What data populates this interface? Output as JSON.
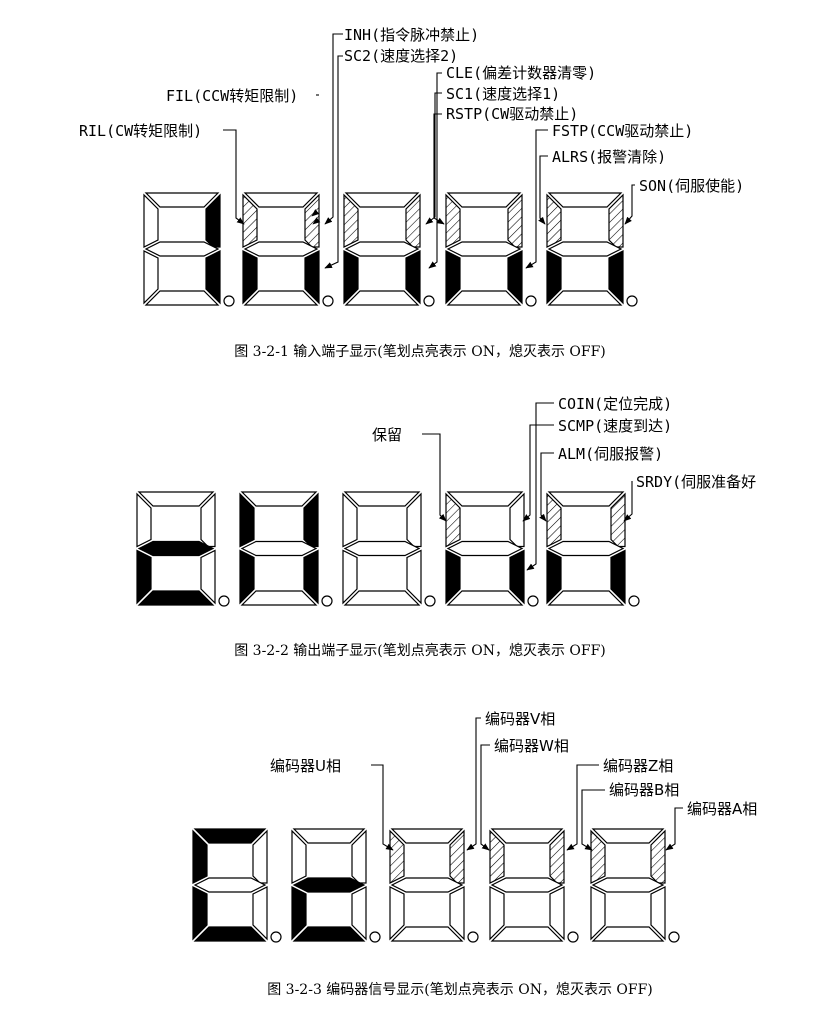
{
  "figures": [
    {
      "caption": "图 3-2-1  输入端子显示(笔划点亮表示 ON，熄灭表示 OFF)",
      "labels": [
        {
          "id": "inh",
          "text": "INH(指令脉冲禁止)"
        },
        {
          "id": "sc2",
          "text": "SC2(速度选择2)"
        },
        {
          "id": "fil",
          "text": "FIL(CCW转矩限制)"
        },
        {
          "id": "cle",
          "text": "CLE(偏差计数器清零)"
        },
        {
          "id": "sc1",
          "text": "SC1(速度选择1)"
        },
        {
          "id": "rstp",
          "text": "RSTP(CW驱动禁止)"
        },
        {
          "id": "ril",
          "text": "RIL(CW转矩限制)"
        },
        {
          "id": "fstp",
          "text": "FSTP(CCW驱动禁止)"
        },
        {
          "id": "alrs",
          "text": "ALRS(报警清除)"
        },
        {
          "id": "son",
          "text": "SON(伺服使能)"
        }
      ],
      "digits": [
        {
          "a": "off",
          "b": "on",
          "c": "on",
          "d": "off",
          "e": "off",
          "f": "off",
          "g": "off"
        },
        {
          "a": "off",
          "b": "hatch",
          "c": "on",
          "d": "off",
          "e": "on",
          "f": "hatch",
          "g": "off"
        },
        {
          "a": "off",
          "b": "hatch",
          "c": "on",
          "d": "off",
          "e": "on",
          "f": "hatch",
          "g": "off"
        },
        {
          "a": "off",
          "b": "hatch",
          "c": "on",
          "d": "off",
          "e": "on",
          "f": "hatch",
          "g": "off"
        },
        {
          "a": "off",
          "b": "hatch",
          "c": "on",
          "d": "off",
          "e": "on",
          "f": "hatch",
          "g": "off"
        }
      ]
    },
    {
      "caption": "图 3-2-2  输出端子显示(笔划点亮表示 ON，熄灭表示 OFF)",
      "labels": [
        {
          "id": "coin",
          "text": "COIN(定位完成)"
        },
        {
          "id": "scmp",
          "text": "SCMP(速度到达)"
        },
        {
          "id": "baoliu",
          "text": "保留"
        },
        {
          "id": "alm",
          "text": "ALM(伺服报警)"
        },
        {
          "id": "srdy",
          "text": "SRDY(伺服准备好"
        }
      ],
      "digits": [
        {
          "a": "off",
          "b": "off",
          "c": "off",
          "d": "on",
          "e": "on",
          "f": "off",
          "g": "on"
        },
        {
          "a": "off",
          "b": "on",
          "c": "on",
          "d": "off",
          "e": "on",
          "f": "on",
          "g": "off"
        },
        {
          "a": "off",
          "b": "off",
          "c": "off",
          "d": "off",
          "e": "off",
          "f": "off",
          "g": "off"
        },
        {
          "a": "off",
          "b": "off",
          "c": "on",
          "d": "off",
          "e": "on",
          "f": "hatch",
          "g": "off"
        },
        {
          "a": "off",
          "b": "hatch",
          "c": "on",
          "d": "off",
          "e": "on",
          "f": "hatch",
          "g": "off"
        }
      ]
    },
    {
      "caption": "图 3-2-3  编码器信号显示(笔划点亮表示 ON，熄灭表示 OFF)",
      "labels": [
        {
          "id": "v",
          "text": "编码器V相"
        },
        {
          "id": "w",
          "text": "编码器W相"
        },
        {
          "id": "u",
          "text": "编码器U相"
        },
        {
          "id": "z",
          "text": "编码器Z相"
        },
        {
          "id": "b",
          "text": "编码器B相"
        },
        {
          "id": "a",
          "text": "编码器A相"
        }
      ],
      "digits": [
        {
          "a": "on",
          "b": "off",
          "c": "off",
          "d": "on",
          "e": "on",
          "f": "on",
          "g": "off"
        },
        {
          "a": "off",
          "b": "off",
          "c": "off",
          "d": "on",
          "e": "on",
          "f": "off",
          "g": "on"
        },
        {
          "a": "off",
          "b": "hatch",
          "c": "off",
          "d": "off",
          "e": "off",
          "f": "hatch",
          "g": "off"
        },
        {
          "a": "off",
          "b": "hatch",
          "c": "off",
          "d": "off",
          "e": "off",
          "f": "hatch",
          "g": "off"
        },
        {
          "a": "off",
          "b": "hatch",
          "c": "off",
          "d": "off",
          "e": "off",
          "f": "hatch",
          "g": "off"
        }
      ]
    }
  ],
  "colors": {
    "ink": "#000000",
    "paper": "#ffffff"
  }
}
